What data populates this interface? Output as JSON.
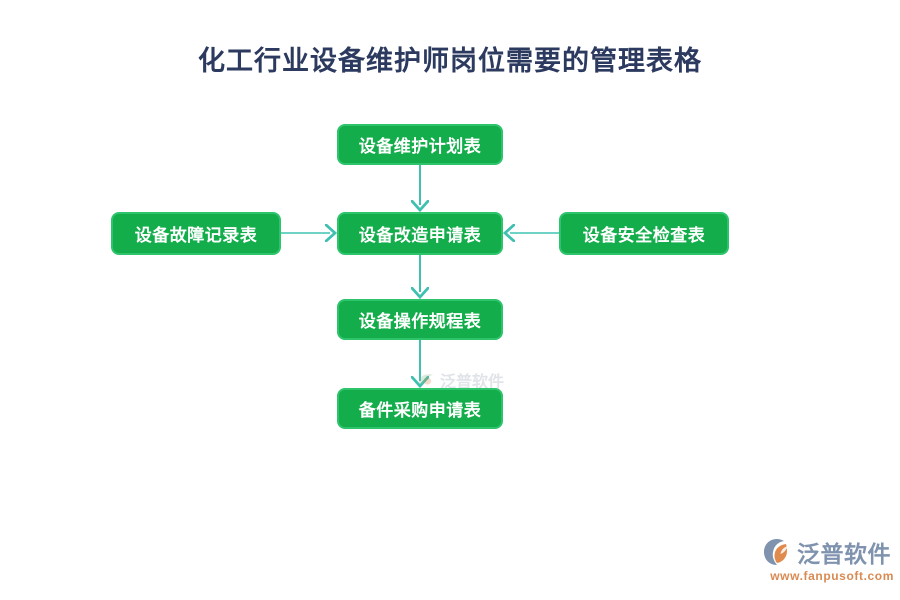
{
  "page": {
    "title": "化工行业设备维护师岗位需要的管理表格",
    "background_color": "#ffffff",
    "title_color": "#2b3a5e"
  },
  "theme": {
    "node_fill": "#13ad4b",
    "node_border": "#2ec46b",
    "node_text": "#ffffff",
    "connector": "#3fc0b0",
    "brand_name_color": "#7f93ae",
    "brand_url_color": "#d98a52"
  },
  "diagram": {
    "type": "flowchart",
    "nodes": [
      {
        "id": "plan",
        "label": "设备维护计划表",
        "row": 1,
        "col": "center"
      },
      {
        "id": "fault",
        "label": "设备故障记录表",
        "row": 2,
        "col": "left"
      },
      {
        "id": "retrofit",
        "label": "设备改造申请表",
        "row": 2,
        "col": "center"
      },
      {
        "id": "safety",
        "label": "设备安全检查表",
        "row": 2,
        "col": "right"
      },
      {
        "id": "operation",
        "label": "设备操作规程表",
        "row": 3,
        "col": "center"
      },
      {
        "id": "spare",
        "label": "备件采购申请表",
        "row": 4,
        "col": "center"
      }
    ],
    "edges": [
      {
        "from": "plan",
        "to": "retrofit",
        "direction": "down"
      },
      {
        "from": "fault",
        "to": "retrofit",
        "direction": "right"
      },
      {
        "from": "safety",
        "to": "retrofit",
        "direction": "left"
      },
      {
        "from": "retrofit",
        "to": "operation",
        "direction": "down"
      },
      {
        "from": "operation",
        "to": "spare",
        "direction": "down"
      }
    ]
  },
  "watermark": {
    "text": "泛普软件"
  },
  "brand": {
    "name": "泛普软件",
    "url": "www.fanpusoft.com"
  }
}
